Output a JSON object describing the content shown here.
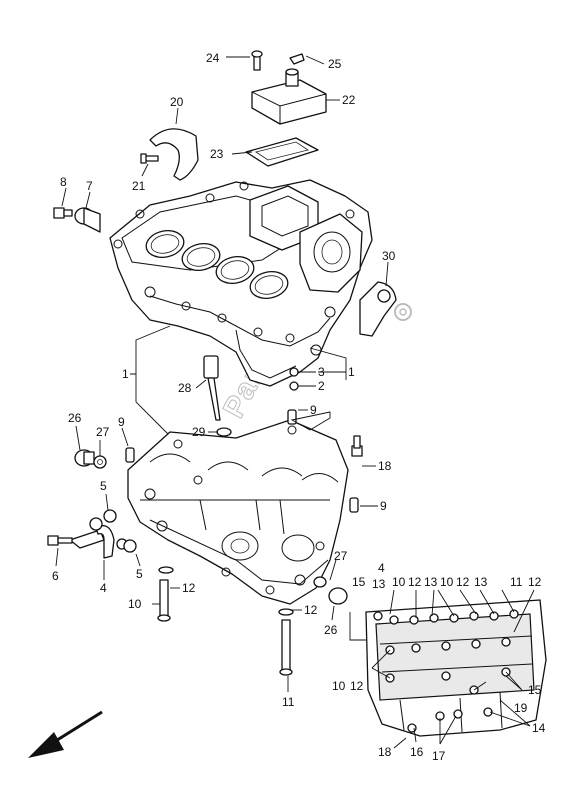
{
  "diagram": {
    "callouts": {
      "c1": "1",
      "c1b": "1",
      "c2": "2",
      "c3": "3",
      "c4": "4",
      "c4b": "4",
      "c5": "5",
      "c5b": "5",
      "c6": "6",
      "c7": "7",
      "c8": "8",
      "c9a": "9",
      "c9b": "9",
      "c9c": "9",
      "c10a": "10",
      "c10b": "10",
      "c10c": "10",
      "c10d": "10",
      "c11a": "11",
      "c11b": "11",
      "c12a": "12",
      "c12b": "12",
      "c12c": "12",
      "c12d": "12",
      "c12e": "12",
      "c12f": "12",
      "c13a": "13",
      "c13b": "13",
      "c13c": "13",
      "c14": "14",
      "c15a": "15",
      "c15b": "15",
      "c16": "16",
      "c17": "17",
      "c18a": "18",
      "c18b": "18",
      "c19": "19",
      "c20": "20",
      "c21": "21",
      "c22": "22",
      "c23": "23",
      "c24": "24",
      "c25": "25",
      "c26a": "26",
      "c26b": "26",
      "c27a": "27",
      "c27b": "27",
      "c28": "28",
      "c29": "29",
      "c30": "30"
    }
  },
  "watermark": "PartsRepublik",
  "icons": {
    "direction_arrow": "front-direction-arrow-icon",
    "gear": "gear-icon"
  }
}
